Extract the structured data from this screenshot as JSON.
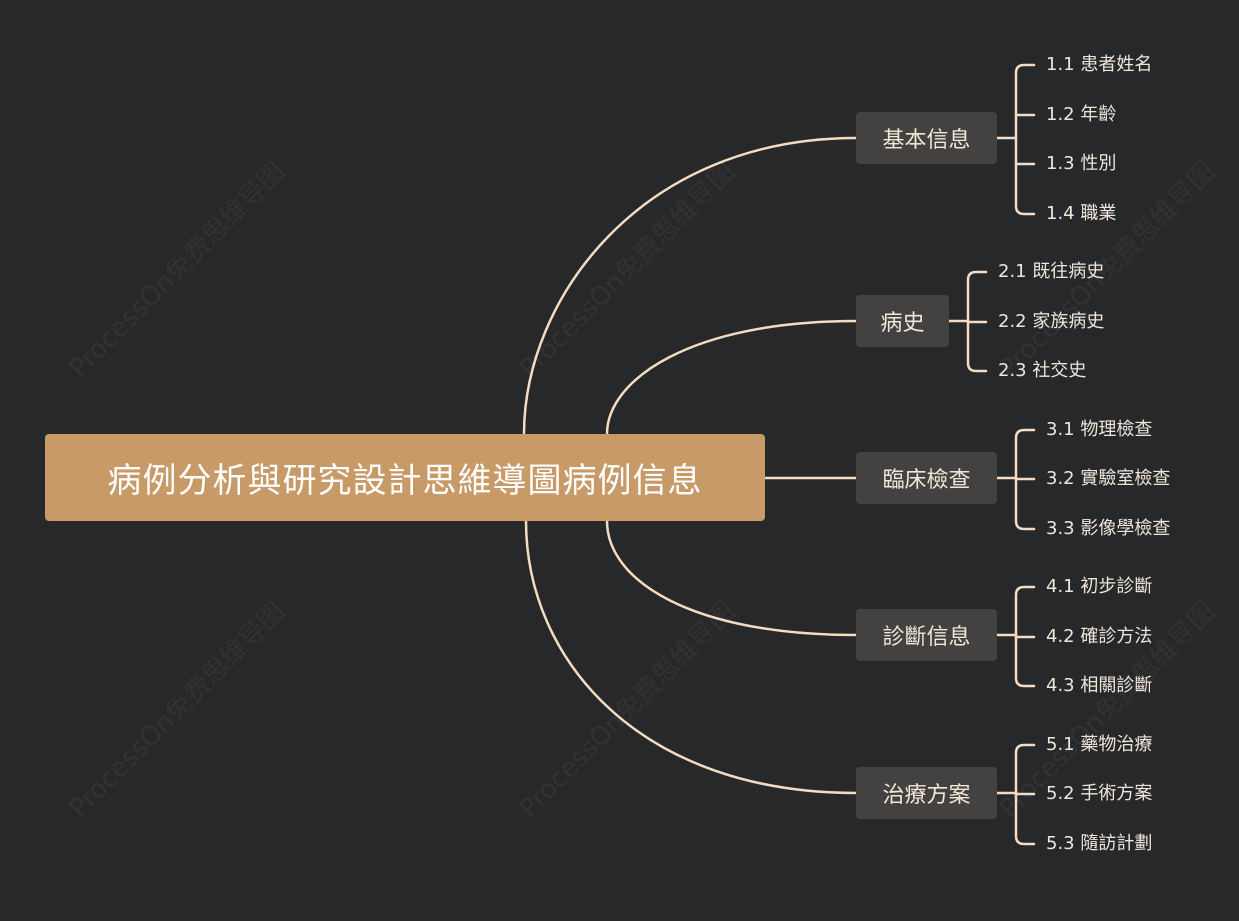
{
  "root": {
    "title": "病例分析與研究設計思維導圖病例信息"
  },
  "branches": [
    {
      "label": "基本信息",
      "children": [
        "1.1 患者姓名",
        "1.2 年齡",
        "1.3 性別",
        "1.4 職業"
      ]
    },
    {
      "label": "病史",
      "children": [
        "2.1 既往病史",
        "2.2 家族病史",
        "2.3 社交史"
      ]
    },
    {
      "label": "臨床檢查",
      "children": [
        "3.1 物理檢查",
        "3.2 實驗室檢查",
        "3.3 影像學檢查"
      ]
    },
    {
      "label": "診斷信息",
      "children": [
        "4.1 初步診斷",
        "4.2 確診方法",
        "4.3 相關診斷"
      ]
    },
    {
      "label": "治療方案",
      "children": [
        "5.1 藥物治療",
        "5.2 手術方案",
        "5.3 隨訪計劃"
      ]
    }
  ],
  "watermark": "ProcessOn免费思维导图",
  "colors": {
    "background": "#27282a",
    "root": "#c79a68",
    "branch": "#444240",
    "connector": "#f4dcc3",
    "text": "#efe6db"
  }
}
